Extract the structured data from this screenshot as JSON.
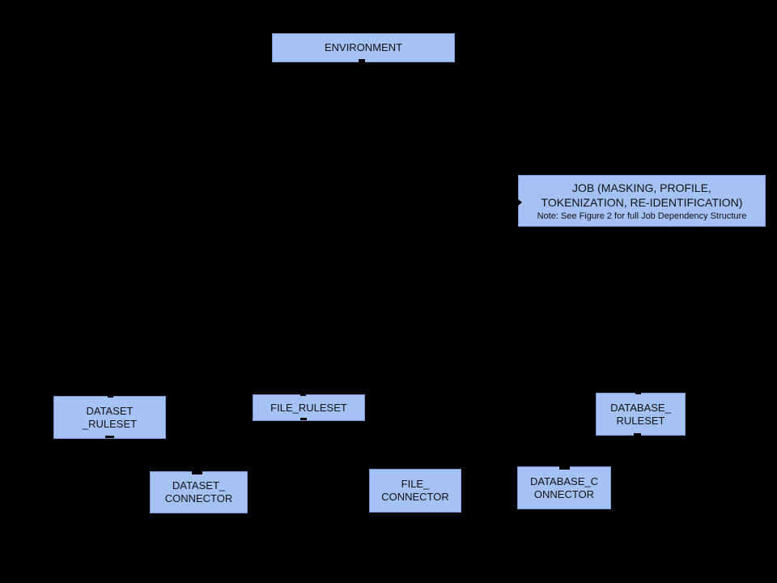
{
  "diagram": {
    "colors": {
      "background": "#000000",
      "node_fill": "#a4c2f4",
      "node_border": "#7b97d1",
      "node_text": "#111111",
      "connector_marks": "#000000"
    },
    "nodes": {
      "environment": {
        "label": "ENVIRONMENT"
      },
      "job": {
        "label": "JOB (MASKING, PROFILE,\nTOKENIZATION, RE-IDENTIFICATION)",
        "note": "Note: See Figure 2 for full Job Dependency Structure"
      },
      "dataset_ruleset": {
        "label": "DATASET\n_RULESET"
      },
      "file_ruleset": {
        "label": "FILE_RULESET"
      },
      "database_ruleset": {
        "label": "DATABASE_\nRULESET"
      },
      "dataset_connector": {
        "label": "DATASET_\nCONNECTOR"
      },
      "file_connector": {
        "label": "FILE_\nCONNECTOR"
      },
      "database_connector": {
        "label": "DATABASE_C\nONNECTOR"
      }
    }
  }
}
